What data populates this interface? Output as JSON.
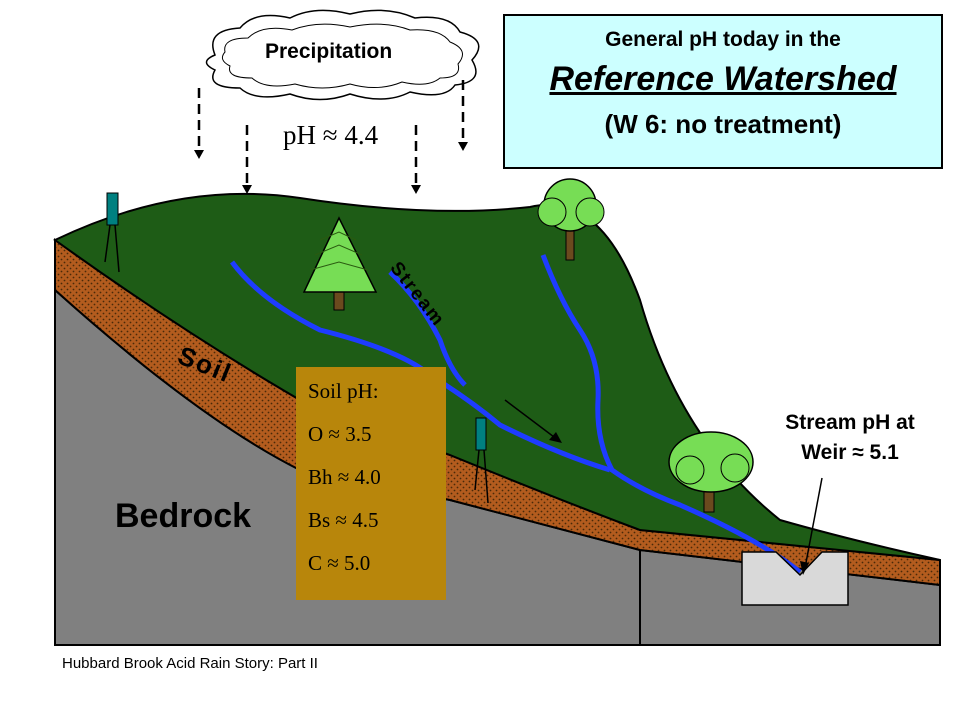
{
  "title": {
    "line1": "General pH today in the",
    "line2": "Reference Watershed",
    "line3": "(W 6: no treatment)"
  },
  "precipitation": {
    "label": "Precipitation",
    "ph": "pH ≈ 4.4"
  },
  "soil_panel": {
    "heading": "Soil pH:",
    "horizons": [
      "O ≈ 3.5",
      "Bh ≈ 4.0",
      "Bs ≈ 4.5",
      "C ≈ 5.0"
    ]
  },
  "labels": {
    "soil": "Soil",
    "stream": "Stream",
    "bedrock": "Bedrock",
    "stream_ph_line1": "Stream pH at",
    "stream_ph_line2": "Weir ≈ 5.1"
  },
  "footer": "Hubbard Brook Acid Rain Story: Part II",
  "colors": {
    "forest": "#1e5c16",
    "soil": "#b35c1e",
    "bedrock": "#808080",
    "stream": "#1e3cff",
    "title_bg": "#ccffff",
    "soil_panel_bg": "#b8860b",
    "weir": "#d9d9d9",
    "well": "#008080"
  }
}
